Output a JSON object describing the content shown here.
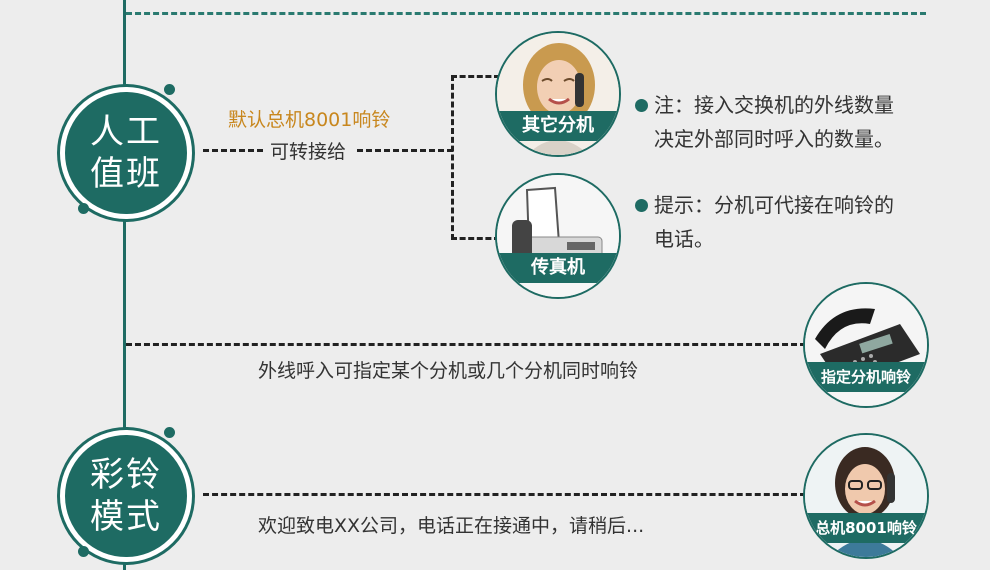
{
  "duty": {
    "title_line1": "人工",
    "title_line2": "值班",
    "default_ring": "默认总机8001响铃",
    "transfer": "可转接给",
    "other_ext": "其它分机",
    "fax": "传真机",
    "note1_line1": "注：接入交换机的外线数量",
    "note1_line2": "决定外部同时呼入的数量。",
    "note2_line1": "提示：分机可代接在响铃的",
    "note2_line2": "电话。"
  },
  "assign": {
    "text": "外线呼入可指定某个分机或几个分机同时响铃",
    "badge": "指定分机响铃"
  },
  "ringtone": {
    "title_line1": "彩铃",
    "title_line2": "模式",
    "text": "欢迎致电XX公司，电话正在接通中，请稍后...",
    "badge": "总机8001响铃"
  },
  "colors": {
    "teal": "#1e6b63",
    "orange": "#c8871e",
    "background": "#ededed"
  }
}
